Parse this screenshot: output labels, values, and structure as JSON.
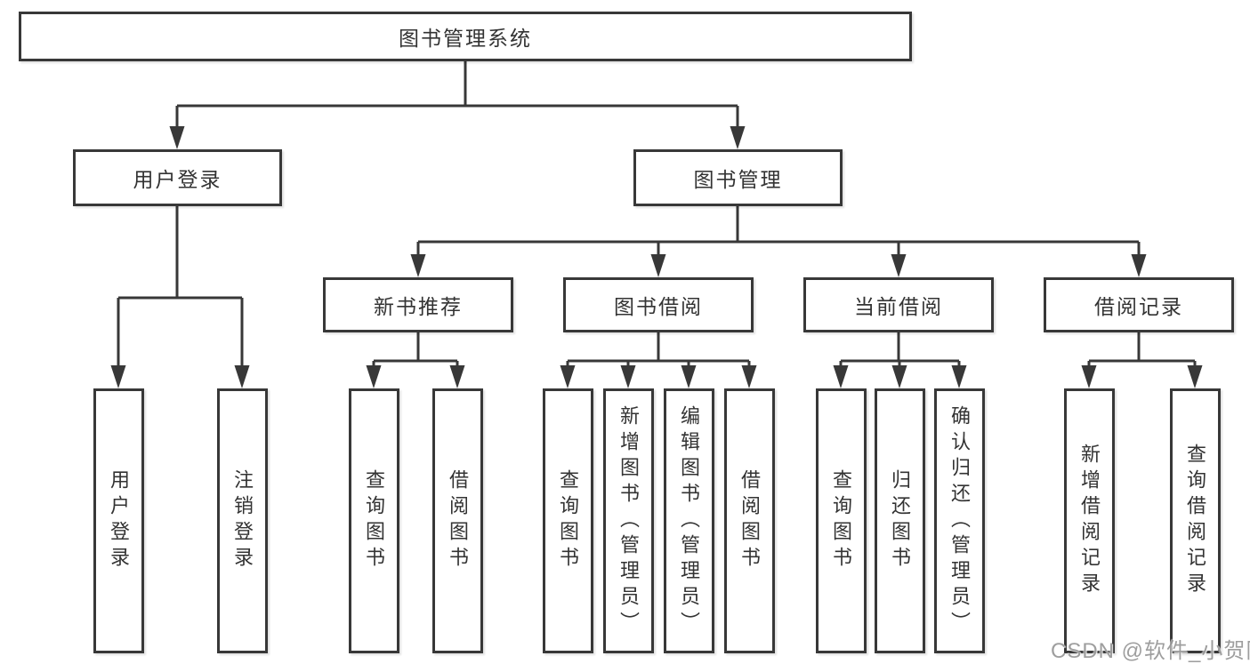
{
  "tree": {
    "root": "图书管理系统",
    "children": [
      {
        "label": "用户登录",
        "children": [
          "用户登录",
          "注销登录"
        ]
      },
      {
        "label": "图书管理",
        "children": [
          {
            "label": "新书推荐",
            "children": [
              "查询图书",
              "借阅图书"
            ]
          },
          {
            "label": "图书借阅",
            "children": [
              "查询图书",
              "新增图书（管理员）",
              "编辑图书（管理员）",
              "借阅图书"
            ]
          },
          {
            "label": "当前借阅",
            "children": [
              "查询图书",
              "归还图书",
              "确认归还（管理员）"
            ]
          },
          {
            "label": "借阅记录",
            "children": [
              "新增借阅记录",
              "查询借阅记录"
            ]
          }
        ]
      }
    ]
  },
  "watermark": {
    "text": "CSDN @软件_小贺同学"
  },
  "colors": {
    "line": "#383838",
    "box_border": "#383838",
    "text": "#333333",
    "background": "#ffffff",
    "watermark": "#969696"
  }
}
